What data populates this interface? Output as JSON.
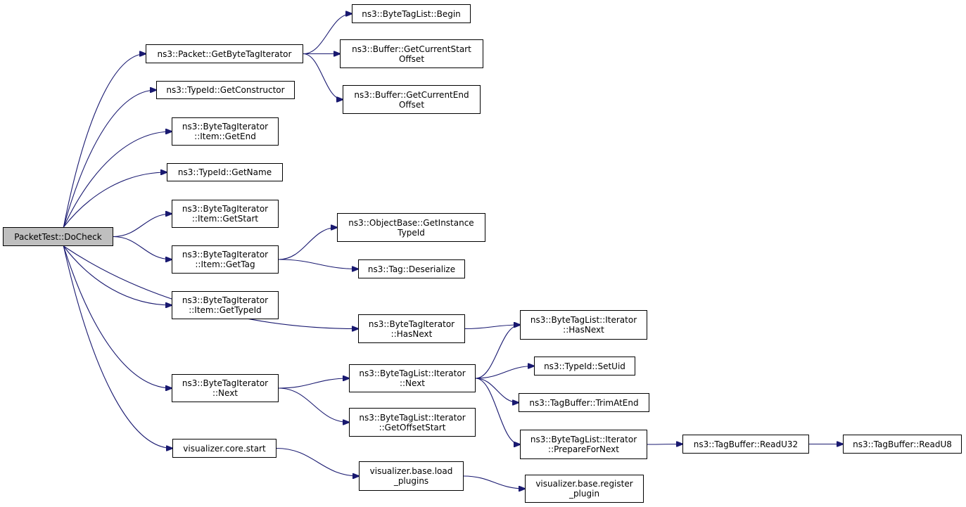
{
  "root": {
    "label": "PacketTest::DoCheck"
  },
  "nodes": [
    {
      "id": "pkt_getbytetagiterator",
      "lines": [
        "ns3::Packet::GetByteTagIterator"
      ]
    },
    {
      "id": "typeid_getconstructor",
      "lines": [
        "ns3::TypeId::GetConstructor"
      ]
    },
    {
      "id": "bti_item_getend",
      "lines": [
        "ns3::ByteTagIterator",
        "::Item::GetEnd"
      ]
    },
    {
      "id": "typeid_getname",
      "lines": [
        "ns3::TypeId::GetName"
      ]
    },
    {
      "id": "bti_item_getstart",
      "lines": [
        "ns3::ByteTagIterator",
        "::Item::GetStart"
      ]
    },
    {
      "id": "bti_item_gettag",
      "lines": [
        "ns3::ByteTagIterator",
        "::Item::GetTag"
      ]
    },
    {
      "id": "bti_item_gettypeid",
      "lines": [
        "ns3::ByteTagIterator",
        "::Item::GetTypeId"
      ]
    },
    {
      "id": "bti_next",
      "lines": [
        "ns3::ByteTagIterator",
        "::Next"
      ]
    },
    {
      "id": "visualizer_core_start",
      "lines": [
        "visualizer.core.start"
      ]
    },
    {
      "id": "btl_begin",
      "lines": [
        "ns3::ByteTagList::Begin"
      ]
    },
    {
      "id": "buffer_getcurrentstartoffset",
      "lines": [
        "ns3::Buffer::GetCurrentStart",
        "Offset"
      ]
    },
    {
      "id": "buffer_getcurrentendoffset",
      "lines": [
        "ns3::Buffer::GetCurrentEnd",
        "Offset"
      ]
    },
    {
      "id": "objectbase_getinstancetypeid",
      "lines": [
        "ns3::ObjectBase::GetInstance",
        "TypeId"
      ]
    },
    {
      "id": "tag_deserialize",
      "lines": [
        "ns3::Tag::Deserialize"
      ]
    },
    {
      "id": "bti_hasnext",
      "lines": [
        "ns3::ByteTagIterator",
        "::HasNext"
      ]
    },
    {
      "id": "btl_iterator_next",
      "lines": [
        "ns3::ByteTagList::Iterator",
        "::Next"
      ]
    },
    {
      "id": "btl_iterator_getoffsetstart",
      "lines": [
        "ns3::ByteTagList::Iterator",
        "::GetOffsetStart"
      ]
    },
    {
      "id": "visualizer_base_load_plugins",
      "lines": [
        "visualizer.base.load",
        "_plugins"
      ]
    },
    {
      "id": "btl_iterator_hasnext",
      "lines": [
        "ns3::ByteTagList::Iterator",
        "::HasNext"
      ]
    },
    {
      "id": "typeid_setuid",
      "lines": [
        "ns3::TypeId::SetUid"
      ]
    },
    {
      "id": "tagbuffer_trimatend",
      "lines": [
        "ns3::TagBuffer::TrimAtEnd"
      ]
    },
    {
      "id": "btl_iterator_preparefornext",
      "lines": [
        "ns3::ByteTagList::Iterator",
        "::PrepareForNext"
      ]
    },
    {
      "id": "visualizer_base_register_plugin",
      "lines": [
        "visualizer.base.register",
        "_plugin"
      ]
    },
    {
      "id": "tagbuffer_readu32",
      "lines": [
        "ns3::TagBuffer::ReadU32"
      ]
    },
    {
      "id": "tagbuffer_readu8",
      "lines": [
        "ns3::TagBuffer::ReadU8"
      ]
    }
  ],
  "edges": [
    [
      "root",
      "pkt_getbytetagiterator"
    ],
    [
      "root",
      "typeid_getconstructor"
    ],
    [
      "root",
      "bti_item_getend"
    ],
    [
      "root",
      "typeid_getname"
    ],
    [
      "root",
      "bti_item_getstart"
    ],
    [
      "root",
      "bti_item_gettag"
    ],
    [
      "root",
      "bti_item_gettypeid"
    ],
    [
      "root",
      "bti_hasnext"
    ],
    [
      "root",
      "bti_next"
    ],
    [
      "root",
      "visualizer_core_start"
    ],
    [
      "pkt_getbytetagiterator",
      "btl_begin"
    ],
    [
      "pkt_getbytetagiterator",
      "buffer_getcurrentstartoffset"
    ],
    [
      "pkt_getbytetagiterator",
      "buffer_getcurrentendoffset"
    ],
    [
      "bti_item_gettag",
      "objectbase_getinstancetypeid"
    ],
    [
      "bti_item_gettag",
      "tag_deserialize"
    ],
    [
      "bti_hasnext",
      "btl_iterator_hasnext"
    ],
    [
      "bti_next",
      "btl_iterator_next"
    ],
    [
      "bti_next",
      "btl_iterator_getoffsetstart"
    ],
    [
      "btl_iterator_next",
      "btl_iterator_hasnext"
    ],
    [
      "btl_iterator_next",
      "typeid_setuid"
    ],
    [
      "btl_iterator_next",
      "tagbuffer_trimatend"
    ],
    [
      "btl_iterator_next",
      "btl_iterator_preparefornext"
    ],
    [
      "btl_iterator_preparefornext",
      "tagbuffer_readu32"
    ],
    [
      "tagbuffer_readu32",
      "tagbuffer_readu8"
    ],
    [
      "visualizer_core_start",
      "visualizer_base_load_plugins"
    ],
    [
      "visualizer_base_load_plugins",
      "visualizer_base_register_plugin"
    ]
  ],
  "colors": {
    "edge": "#191970",
    "root_fill": "#bfbfbf",
    "node_fill": "#ffffff",
    "border": "#000000"
  }
}
